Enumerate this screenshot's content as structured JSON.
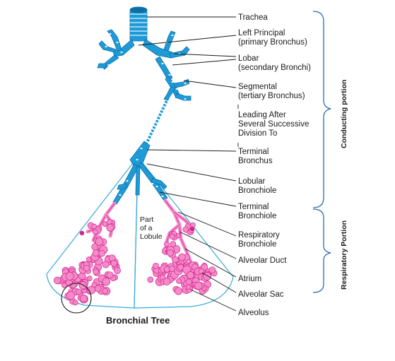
{
  "caption": "Bronchial Tree",
  "inner_label": [
    "Part",
    "of a",
    "Lobule"
  ],
  "labels": {
    "trachea": [
      "Trachea"
    ],
    "left_principal": [
      "Left Principal",
      "(primary Bronchus)"
    ],
    "lobar": [
      "Lobar",
      "(secondary Bronchi)"
    ],
    "segmental": [
      "Segmental",
      "(tertiary Bronchus)"
    ],
    "leading": [
      "Leading After",
      "Several Successive",
      "Division To"
    ],
    "terminal_bronchus": [
      "Terminal",
      "Bronchus"
    ],
    "lobular_bronchiole": [
      "Lobular",
      "Bronchiole"
    ],
    "terminal_bronchiole": [
      "Terminal",
      "Bronchiole"
    ],
    "respiratory_bronchiole": [
      "Respiratory",
      "Bronchiole"
    ],
    "alveolar_duct": [
      "Alveolar Duct"
    ],
    "atrium": [
      "Atrium"
    ],
    "alveolar_sac": [
      "Alveolar Sac"
    ],
    "alveolus": [
      "Alveolus"
    ]
  },
  "portions": {
    "conducting": "Conducting portion",
    "respiratory": "Respiratory Portion"
  },
  "colors": {
    "airway": "#1e9bd7",
    "airway_dark": "#0d6fa8",
    "airway_light": "#bfe6f7",
    "alveoli": "#f58ac8",
    "alveoli_edge": "#d2268f",
    "lobule_outline": "#38a9d8",
    "bracket": "#2b6cb0"
  }
}
